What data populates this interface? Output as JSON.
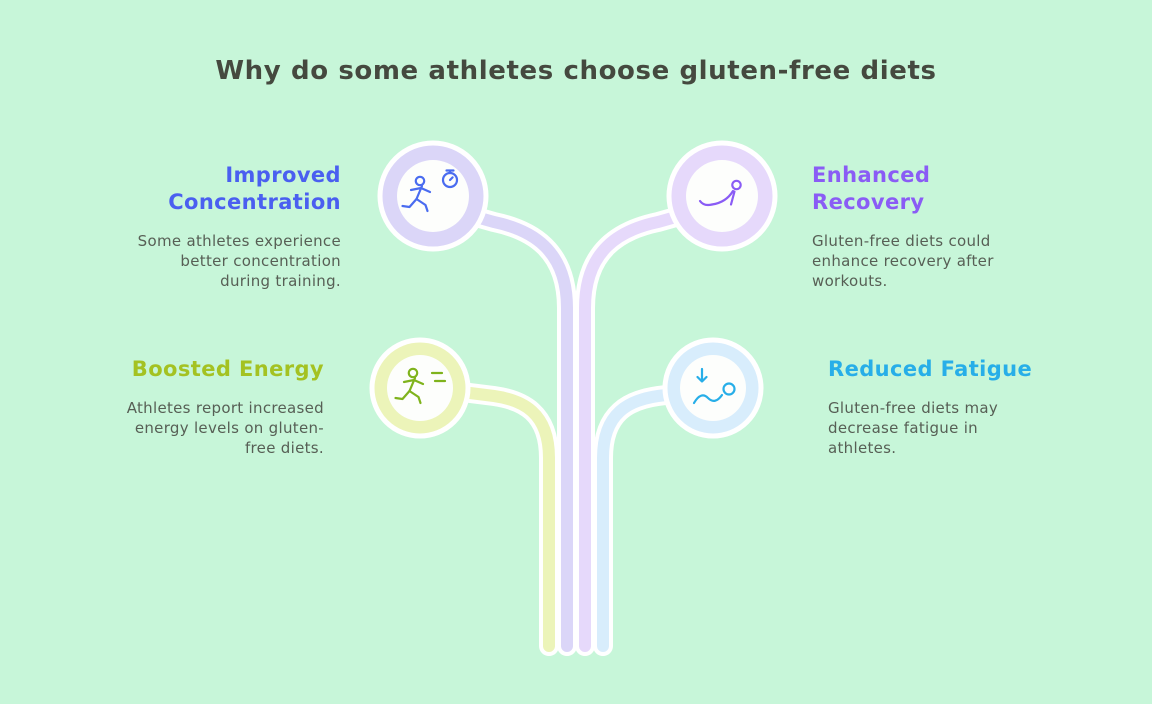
{
  "title": "Why do some athletes choose gluten-free diets",
  "colors": {
    "background": "#c7f6d9",
    "title_text": "#45493f",
    "body_text": "#575f55",
    "accent_blue": "#4a5ff0",
    "accent_purple": "#8a5cf5",
    "accent_olive": "#a4c222",
    "accent_cyan": "#27aee8",
    "tube_lavender": "#dbd6f8",
    "tube_purple": "#e6d9fb",
    "tube_green": "#ecf4b9",
    "tube_blue": "#d8edfc",
    "outline_white": "#ffffff"
  },
  "sections": [
    {
      "id": "improved-concentration",
      "heading": "Improved\nConcentration",
      "body": "Some athletes experience\nbetter concentration\nduring training.",
      "accent": "#4a5ff0",
      "icon": "runner-stopwatch-icon"
    },
    {
      "id": "enhanced-recovery",
      "heading": "Enhanced\nRecovery",
      "body": "Gluten-free diets could\nenhance recovery after\nworkouts.",
      "accent": "#8a5cf5",
      "icon": "recovery-stretch-icon"
    },
    {
      "id": "boosted-energy",
      "heading": "Boosted Energy",
      "body": "Athletes report increased\nenergy levels on gluten-\nfree diets.",
      "accent": "#a4c222",
      "icon": "energized-runner-icon"
    },
    {
      "id": "reduced-fatigue",
      "heading": "Reduced Fatigue",
      "body": "Gluten-free diets may\ndecrease fatigue in\nathletes.",
      "accent": "#27aee8",
      "icon": "fatigue-decrease-icon"
    }
  ]
}
